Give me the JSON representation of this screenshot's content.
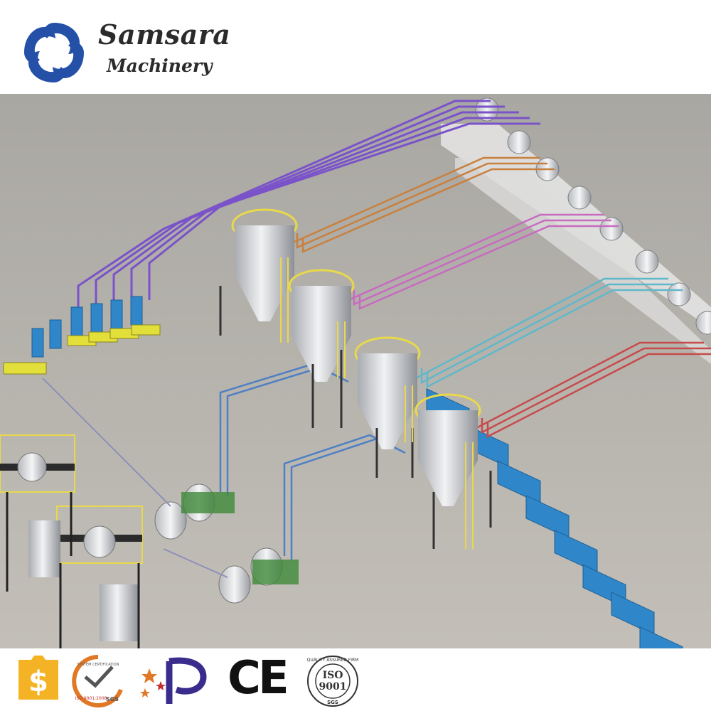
{
  "brand": {
    "name_line1": "Samsara",
    "name_line2": "Machinery",
    "logo_icon": "swirl-logo-icon",
    "accent_color": "#2450a8"
  },
  "scene": {
    "image": "central-conveying-system-3d-render",
    "floor_color": "#b8b4ad",
    "pipe_colors": {
      "purple": "#7a52c9",
      "orange": "#c8803e",
      "pink": "#c76bbf",
      "cyan": "#5fb8c9",
      "red": "#c74a4a",
      "blue": "#4f7fc4"
    },
    "frame_color": "#e9d94a",
    "machine_color": "#2f86c9"
  },
  "certifications": [
    {
      "icon": "shield-dollar-icon",
      "color": "#f4b324"
    },
    {
      "icon": "sgs-iso-9001-2008-icon",
      "text_top": "SYSTEM CERTIFICATION",
      "text_iso": "ISO 9001:2008",
      "text_sgs": "SGS"
    },
    {
      "icon": "stars-p-icon"
    },
    {
      "icon": "ce-mark-icon",
      "text": "CE"
    },
    {
      "icon": "iso-9001-seal-icon",
      "text_ring": "QUALITY ASSURED FIRM",
      "text_iso": "ISO",
      "text_num": "9001",
      "text_sgs": "SGS"
    }
  ]
}
